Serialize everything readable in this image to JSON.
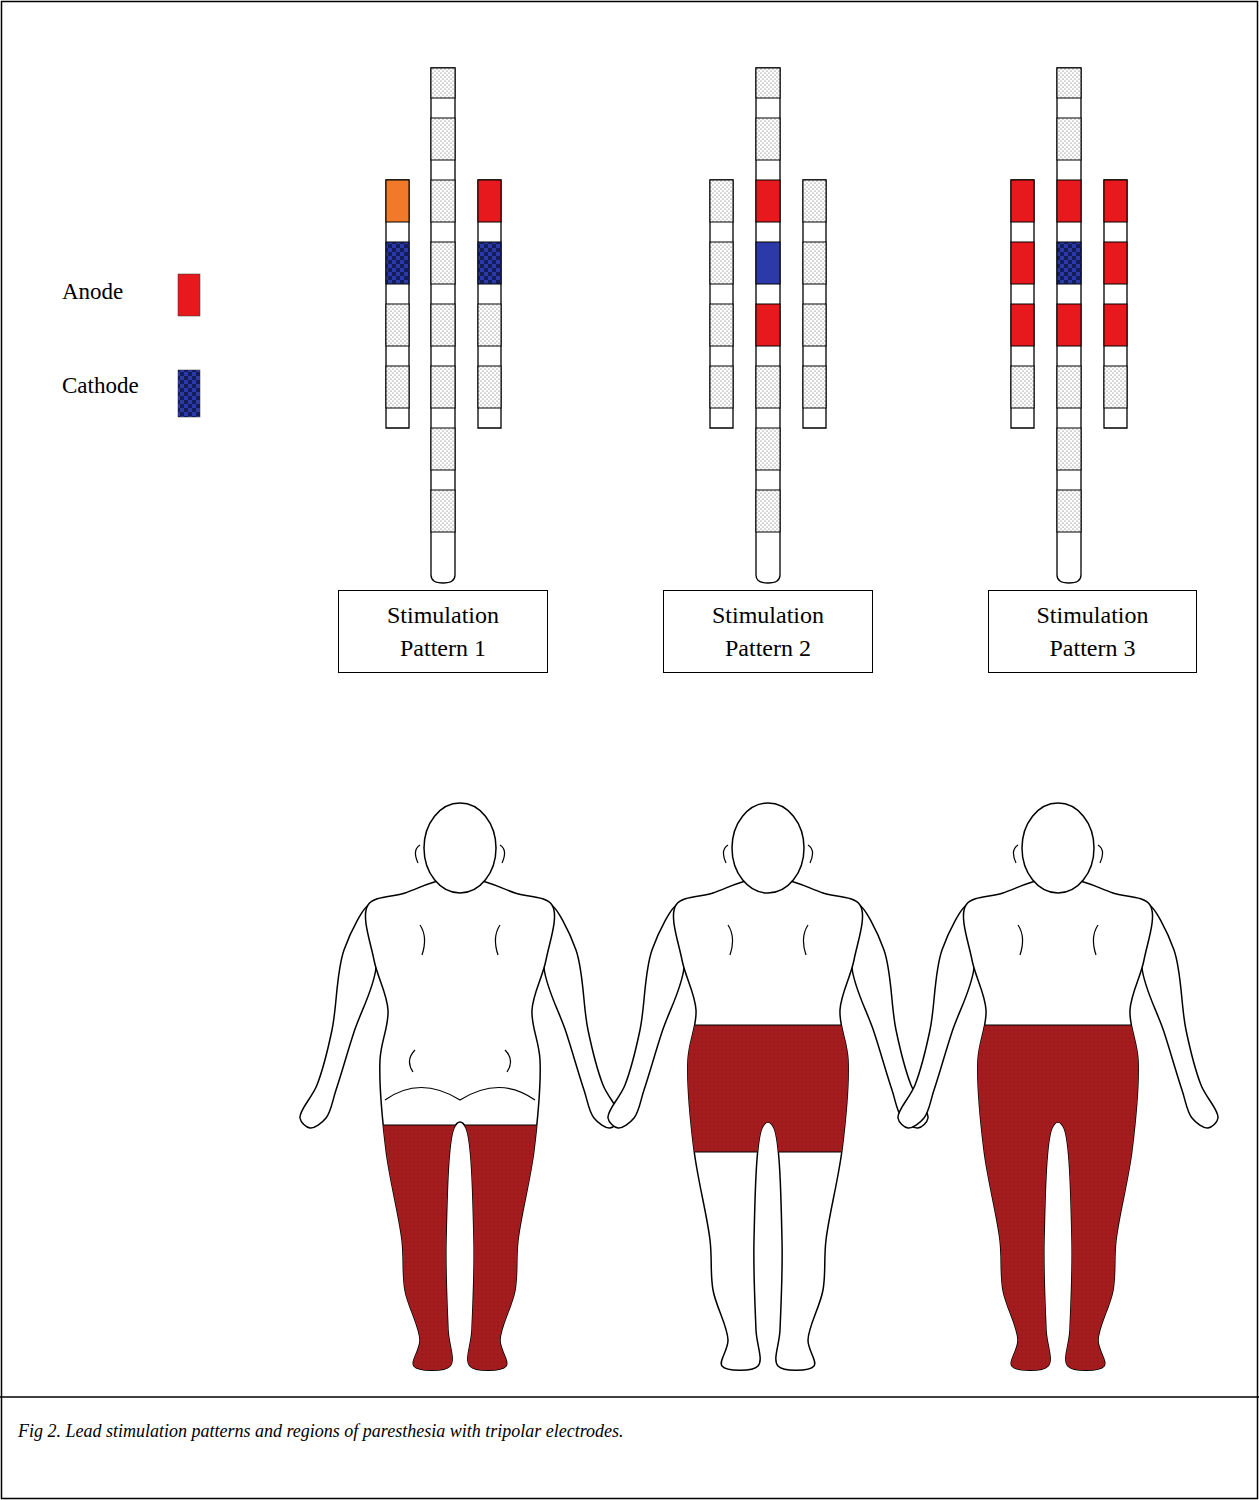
{
  "diagram": {
    "caption": "Fig 2. Lead stimulation patterns and regions of paresthesia with tripolar electrodes.",
    "nodes": [
      {
        "text": [
          "Stimulation Pattern 1"
        ]
      },
      {
        "text": [
          "Stimulation Pattern 2"
        ]
      },
      {
        "text": [
          "Stimulation Pattern 3"
        ]
      }
    ],
    "legend": [
      {
        "text": "Anode",
        "color": "#e8191c"
      },
      {
        "text": "Cathode",
        "color": "#2b3aa8"
      }
    ]
  }
}
